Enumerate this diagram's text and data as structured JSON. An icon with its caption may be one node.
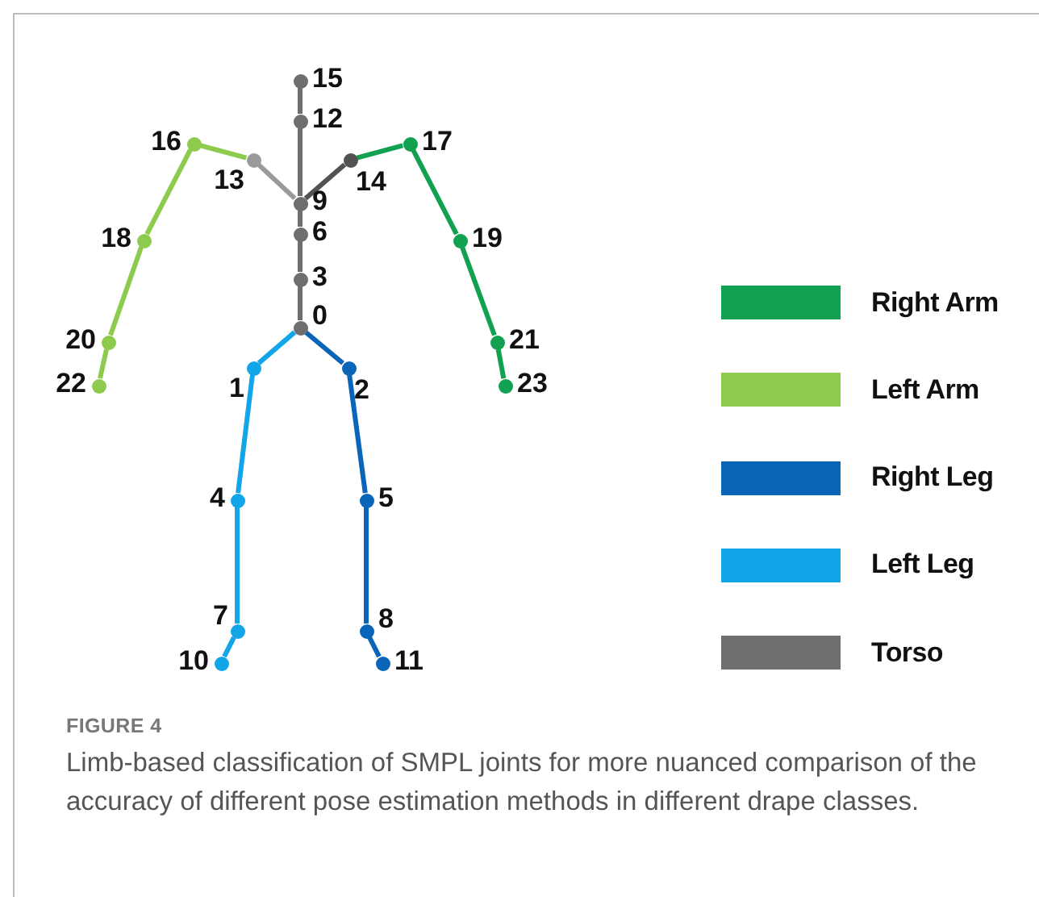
{
  "diagram": {
    "caption": "Limb-based classification of SMPL joints for more nuanced comparison of the accuracy of different pose estimation methods in different drape classes.",
    "nodes": [
      {
        "text": [
          "15"
        ]
      },
      {
        "text": [
          "12"
        ]
      },
      {
        "text": [
          "16"
        ]
      },
      {
        "text": [
          "17"
        ]
      },
      {
        "text": [
          "13"
        ]
      },
      {
        "text": [
          "14"
        ]
      },
      {
        "text": [
          "9"
        ]
      },
      {
        "text": [
          "18"
        ]
      },
      {
        "text": [
          "6"
        ]
      },
      {
        "text": [
          "19"
        ]
      },
      {
        "text": [
          "3"
        ]
      },
      {
        "text": [
          "0"
        ]
      },
      {
        "text": [
          "20"
        ]
      },
      {
        "text": [
          "21"
        ]
      },
      {
        "text": [
          "1"
        ]
      },
      {
        "text": [
          "2"
        ]
      },
      {
        "text": [
          "22"
        ]
      },
      {
        "text": [
          "23"
        ]
      },
      {
        "text": [
          "4"
        ]
      },
      {
        "text": [
          "5"
        ]
      },
      {
        "text": [
          "7"
        ]
      },
      {
        "text": [
          "8"
        ]
      },
      {
        "text": [
          "10"
        ]
      },
      {
        "text": [
          "11"
        ]
      }
    ],
    "edges": [
      {
        "from": 0,
        "to": 1,
        "arrow": "none",
        "color": "#6e6e6e"
      },
      {
        "from": 1,
        "to": 6,
        "arrow": "none",
        "color": "#6e6e6e"
      },
      {
        "from": 6,
        "to": 8,
        "arrow": "none",
        "color": "#6e6e6e"
      },
      {
        "from": 8,
        "to": 10,
        "arrow": "none",
        "color": "#6e6e6e"
      },
      {
        "from": 10,
        "to": 11,
        "arrow": "none",
        "color": "#6e6e6e"
      },
      {
        "from": 6,
        "to": 4,
        "arrow": "none",
        "color": "#9a9a9a"
      },
      {
        "from": 6,
        "to": 5,
        "arrow": "none",
        "color": "#525252"
      },
      {
        "from": 4,
        "to": 2,
        "arrow": "none",
        "color": "#8dcb4f"
      },
      {
        "from": 2,
        "to": 7,
        "arrow": "none",
        "color": "#8dcb4f"
      },
      {
        "from": 7,
        "to": 12,
        "arrow": "none",
        "color": "#8dcb4f"
      },
      {
        "from": 12,
        "to": 16,
        "arrow": "none",
        "color": "#8dcb4f"
      },
      {
        "from": 5,
        "to": 3,
        "arrow": "none",
        "color": "#12a150"
      },
      {
        "from": 3,
        "to": 9,
        "arrow": "none",
        "color": "#12a150"
      },
      {
        "from": 9,
        "to": 13,
        "arrow": "none",
        "color": "#12a150"
      },
      {
        "from": 13,
        "to": 17,
        "arrow": "none",
        "color": "#12a150"
      },
      {
        "from": 11,
        "to": 14,
        "arrow": "none",
        "color": "#12a6e8"
      },
      {
        "from": 14,
        "to": 18,
        "arrow": "none",
        "color": "#12a6e8"
      },
      {
        "from": 18,
        "to": 20,
        "arrow": "none",
        "color": "#12a6e8"
      },
      {
        "from": 20,
        "to": 22,
        "arrow": "none",
        "color": "#12a6e8"
      },
      {
        "from": 11,
        "to": 15,
        "arrow": "none",
        "color": "#0a64b8"
      },
      {
        "from": 15,
        "to": 19,
        "arrow": "none",
        "color": "#0a64b8"
      },
      {
        "from": 19,
        "to": 21,
        "arrow": "none",
        "color": "#0a64b8"
      },
      {
        "from": 21,
        "to": 23,
        "arrow": "none",
        "color": "#0a64b8"
      }
    ],
    "labels": [
      "FIGURE 4"
    ],
    "legend": [
      {
        "text": "Right Arm",
        "color": "#12a150"
      },
      {
        "text": "Left Arm",
        "color": "#8dcb4f"
      },
      {
        "text": "Right Leg",
        "color": "#0a64b8"
      },
      {
        "text": "Left Leg",
        "color": "#12a6e8"
      },
      {
        "text": "Torso",
        "color": "#6e6e6e"
      }
    ]
  }
}
